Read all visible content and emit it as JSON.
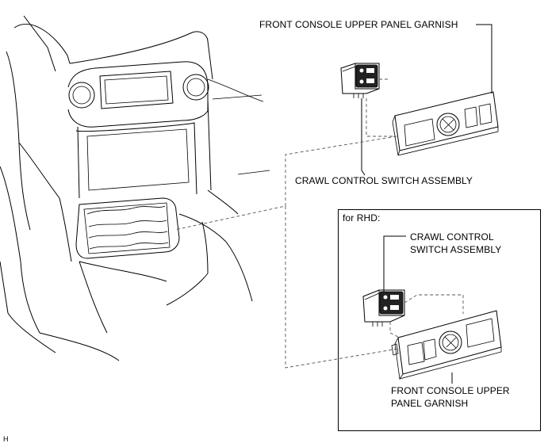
{
  "labels": {
    "front_garnish_top": "FRONT CONSOLE UPPER PANEL GARNISH",
    "crawl_switch_top": "CRAWL CONTROL SWITCH ASSEMBLY",
    "rhd_title": "for RHD:",
    "crawl_switch_rhd_line1": "CRAWL CONTROL",
    "crawl_switch_rhd_line2": "SWITCH ASSEMBLY",
    "front_garnish_rhd_line1": "FRONT CONSOLE UPPER",
    "front_garnish_rhd_line2": "PANEL GARNISH",
    "ref_code": "H"
  }
}
